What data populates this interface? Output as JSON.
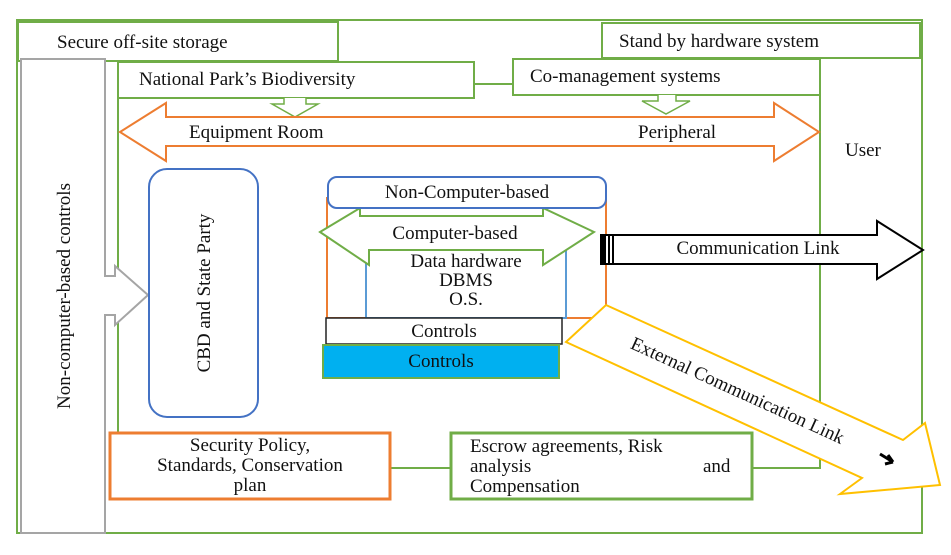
{
  "colors": {
    "green": "#70ad47",
    "orange": "#ed7d31",
    "blue": "#4472c4",
    "lightblue": "#5b9bd5",
    "gray": "#a5a5a5",
    "yellow": "#ffc000",
    "cyan": "#00b0f0",
    "black": "#000000"
  },
  "labels": {
    "secure_storage": "Secure off-site storage",
    "standby_hardware": "Stand by hardware system",
    "biodiversity": "National Park’s Biodiversity",
    "comanagement": "Co-management systems",
    "equipment_room": "Equipment Room",
    "peripheral": "Peripheral",
    "user": "User",
    "non_computer_controls": "Non-computer-based controls",
    "cbd_state_party": "CBD and State Party",
    "non_computer_based": "Non-Computer-based",
    "computer_based": "Computer-based",
    "data_hardware": "Data hardware",
    "dbms": "DBMS",
    "os": "O.S.",
    "controls_1": "Controls",
    "controls_2": "Controls",
    "communication_link": "Communication Link",
    "external_link": "External Communication Link",
    "security_policy": [
      "Security Policy,",
      "Standards, Conservation",
      "plan"
    ],
    "escrow": [
      "Escrow agreements, Risk",
      "analysis",
      "and",
      "Compensation"
    ]
  }
}
